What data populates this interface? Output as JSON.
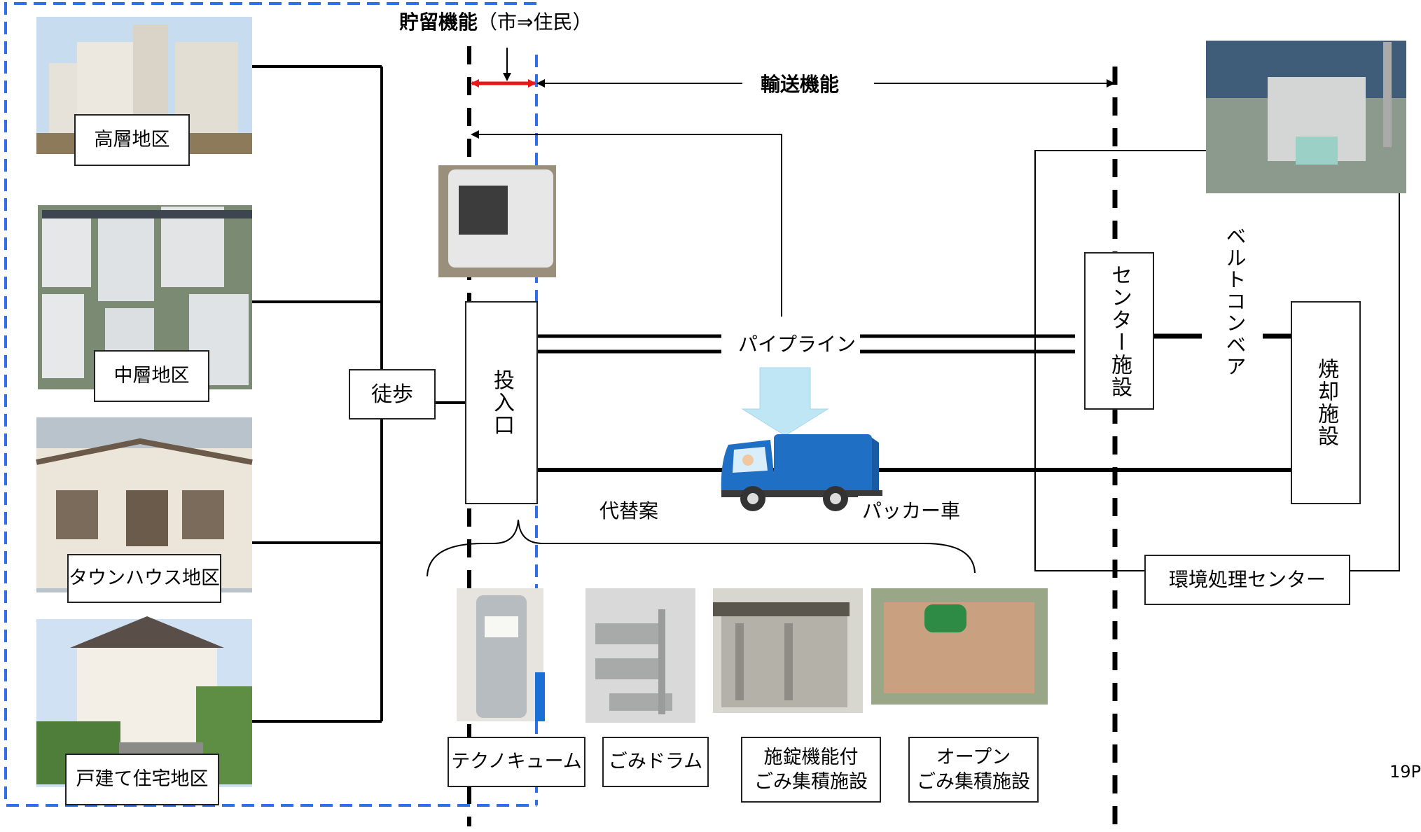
{
  "top_label": {
    "bold": "貯留機能",
    "rest": "（市⇒住民）"
  },
  "transport_label": "輸送機能",
  "districts": [
    "高層地区",
    "中層地区",
    "タウンハウス地区",
    "戸建て住宅地区"
  ],
  "walk_label": "徒歩",
  "inlet_label": "投入口",
  "pipeline_label": "パイプライン",
  "alternative_label": "代替案",
  "packer_label": "パッカー車",
  "center_facility_label": "センター施設",
  "belt_conveyor_label": "ベルトコンベア",
  "incineration_label": "焼却施設",
  "env_center_label": "環境処理センター",
  "collection_options": [
    "テクノキューム",
    "ごみドラム",
    "施錠機能付\nごみ集積施設",
    "オープン\nごみ集積施設"
  ],
  "page_number": "19P",
  "colors": {
    "storage_arrow": "#e81818",
    "dashed_frame": "#2f6fe8",
    "truck": "#1f6fc4",
    "chute_arrow": "#bfe6f5"
  }
}
